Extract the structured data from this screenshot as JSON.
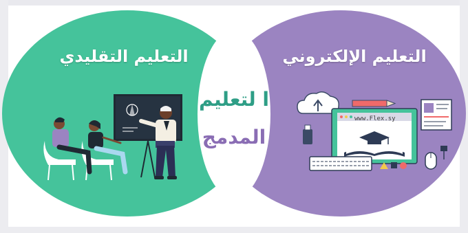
{
  "diagram": {
    "left_circle": {
      "title": "التعليم  التقليدي",
      "color": "#45c39b"
    },
    "right_circle": {
      "title": "التعليم  الإلكتروني",
      "color": "#9b84c1"
    },
    "overlap": {
      "line1": "ا لتعليم",
      "line2": "المدمج",
      "line1_color": "#2e9e86",
      "line2_color": "#8a6db4"
    },
    "browser_url": "www.Flex.sy"
  },
  "icons": [
    "teacher-illustration",
    "students-illustration",
    "presentation-board-icon",
    "cloud-upload-icon",
    "usb-drive-icon",
    "monitor-icon",
    "graduation-cap-icon",
    "book-icon",
    "keyboard-icon",
    "mouse-icon",
    "pencil-icon",
    "shapes-icon",
    "plug-icon"
  ]
}
